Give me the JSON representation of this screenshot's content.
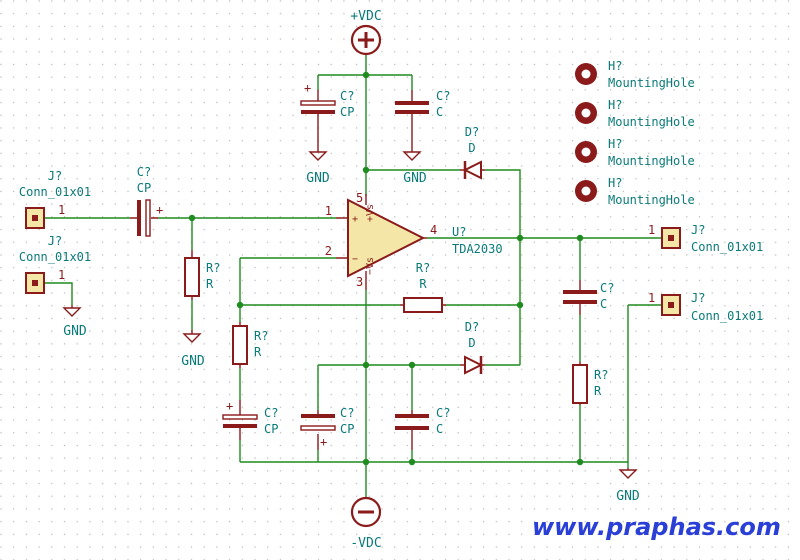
{
  "power": {
    "positive": "+VDC",
    "negative": "-VDC",
    "gnd": "GND"
  },
  "amp": {
    "ref": "U?",
    "value": "TDA2030",
    "pin_plus_in": "1",
    "pin_minus_in": "2",
    "pin_out": "4",
    "pin_vplus": "5",
    "pin_vminus": "3",
    "mark_plus": "+",
    "mark_minus": "−",
    "mark_vs_plus": "+Vs",
    "mark_vs_minus": "−Vs"
  },
  "input_conn": {
    "ref": "J?",
    "value": "Conn_01x01",
    "pin": "1"
  },
  "gnd_conn": {
    "ref": "J?",
    "value": "Conn_01x01",
    "pin": "1"
  },
  "out_conn": {
    "ref": "J?",
    "value": "Conn_01x01",
    "pin": "1"
  },
  "out_gnd_conn": {
    "ref": "J?",
    "value": "Conn_01x01",
    "pin": "1"
  },
  "cap_in": {
    "ref": "C?",
    "value": "CP",
    "polarity": "+"
  },
  "cap_top_p": {
    "ref": "C?",
    "value": "CP",
    "polarity": "+"
  },
  "cap_top": {
    "ref": "C?",
    "value": "C"
  },
  "cap_fb": {
    "ref": "C?",
    "value": "CP",
    "polarity": "+"
  },
  "cap_bot_p": {
    "ref": "C?",
    "value": "CP",
    "polarity": "+"
  },
  "cap_bot": {
    "ref": "C?",
    "value": "C"
  },
  "cap_zobel": {
    "ref": "C?",
    "value": "C"
  },
  "res_in": {
    "ref": "R?",
    "value": "R"
  },
  "res_fb_shunt": {
    "ref": "R?",
    "value": "R"
  },
  "res_fb": {
    "ref": "R?",
    "value": "R"
  },
  "res_zobel": {
    "ref": "R?",
    "value": "R"
  },
  "diode_top": {
    "ref": "D?",
    "value": "D"
  },
  "diode_bot": {
    "ref": "D?",
    "value": "D"
  },
  "holes": [
    {
      "ref": "H?",
      "value": "MountingHole"
    },
    {
      "ref": "H?",
      "value": "MountingHole"
    },
    {
      "ref": "H?",
      "value": "MountingHole"
    },
    {
      "ref": "H?",
      "value": "MountingHole"
    }
  ],
  "watermark": "www.praphas.com",
  "colors": {
    "wire": "#1e8c1e",
    "component": "#8b1a1a",
    "label": "#0b7a7a",
    "connector_fill": "#f4e6a6",
    "watermark": "#2a3fd6"
  }
}
